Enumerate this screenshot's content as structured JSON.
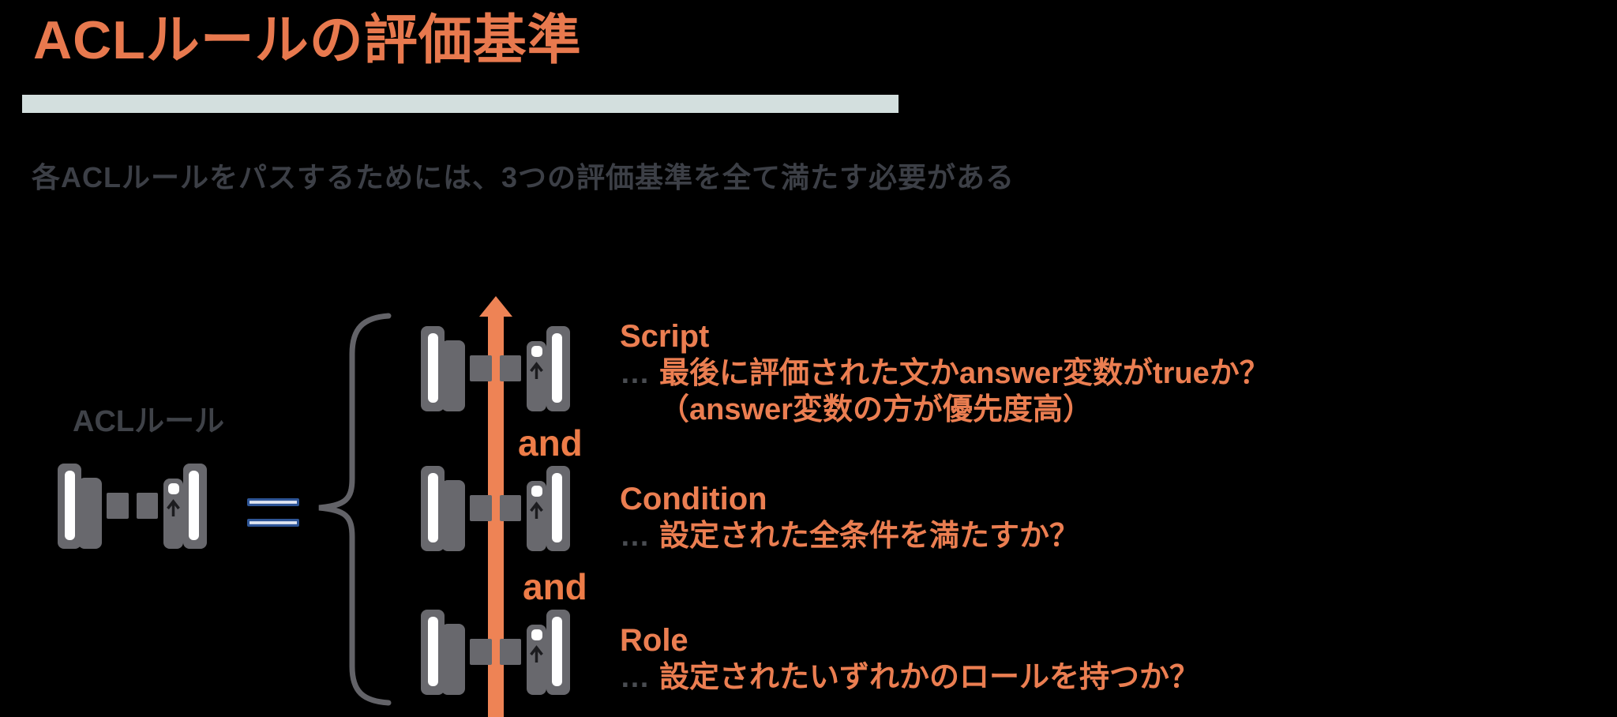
{
  "slide": {
    "title": "ACLルールの評価基準",
    "subtitle": "各ACLルールをパスするためには、3つの評価基準を全て満たす必要がある"
  },
  "diagram": {
    "acl_rule_label": "ACLルール",
    "and_labels": [
      "and",
      "and"
    ],
    "criteria": [
      {
        "name": "Script",
        "ellipsis": "…",
        "lines": [
          "最後に評価された文かanswer変数がtrueか？",
          "（answer変数の方が優先度高）"
        ]
      },
      {
        "name": "Condition",
        "ellipsis": "…",
        "lines": [
          "設定された全条件を満たすか？"
        ]
      },
      {
        "name": "Role",
        "ellipsis": "…",
        "lines": [
          "設定されたいずれかのロールを持つか？"
        ]
      }
    ]
  },
  "colors": {
    "background": "#000000",
    "title_orange": "#E8794E",
    "text_orange": "#EB7E51",
    "and_orange": "#ED7C48",
    "arrow_orange": "#EE8355",
    "icon_gray": "#68686D",
    "brace_gray": "#636368",
    "dark_text": "#3C3F46",
    "ellipsis_gray": "#4A4D52",
    "teal_bar": "#D3DFDE",
    "equals_blue": "#2E5596"
  }
}
